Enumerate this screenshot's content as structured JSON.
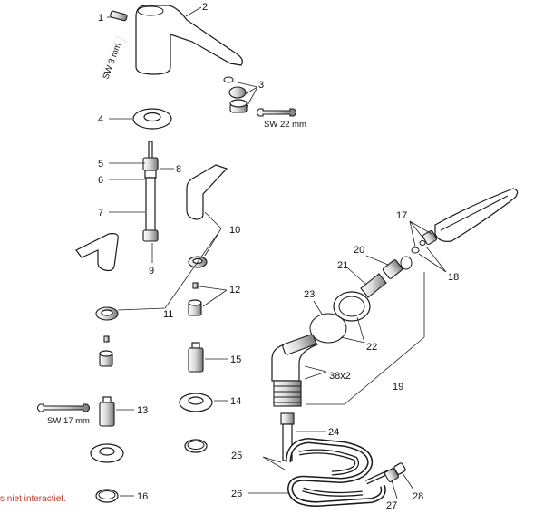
{
  "diagram": {
    "status_text": "s niet interactief.",
    "labels": {
      "p1": "1",
      "p2": "2",
      "p3": "3",
      "p4": "4",
      "p5": "5",
      "p6": "6",
      "p7": "7",
      "p8": "8",
      "p9": "9",
      "p10": "10",
      "p11": "11",
      "p12": "12",
      "p13": "13",
      "p14": "14",
      "p15": "15",
      "p16": "16",
      "p17": "17",
      "p18": "18",
      "p19": "19",
      "p20": "20",
      "p21": "21",
      "p22": "22",
      "p23": "23",
      "p24": "24",
      "p25": "25",
      "p26": "26",
      "p27": "27",
      "p28": "28",
      "p38": "38x2"
    },
    "tool_labels": {
      "sw3": "SW 3 mm",
      "sw22": "SW 22 mm",
      "sw17": "SW 17 mm"
    },
    "colors": {
      "line": "#1a1a1a",
      "status": "#c0392b"
    }
  }
}
